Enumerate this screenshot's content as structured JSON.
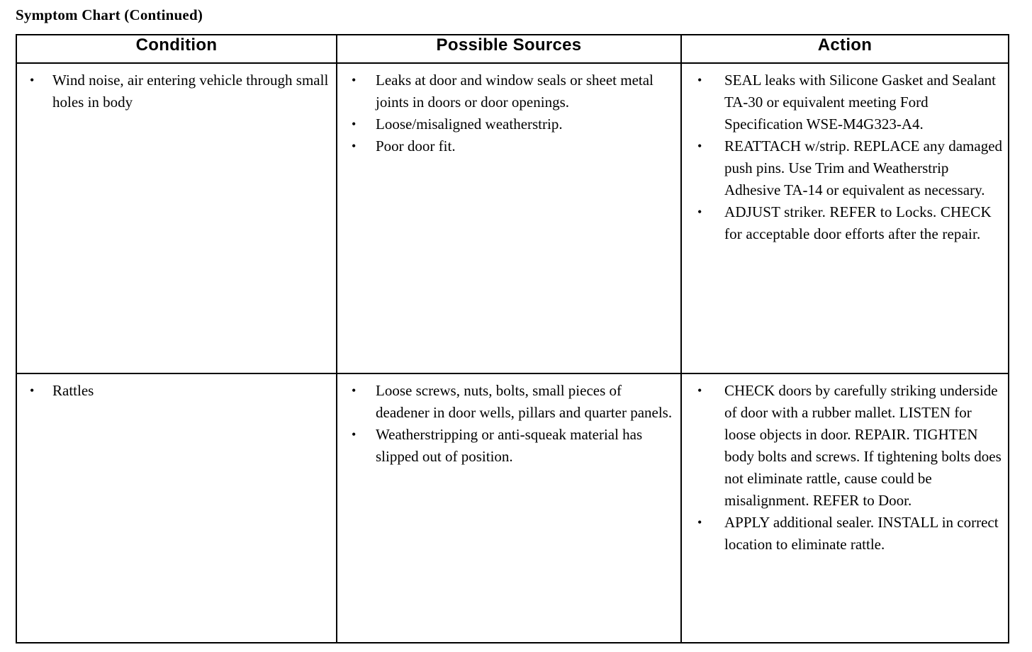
{
  "document": {
    "title": "Symptom Chart (Continued)"
  },
  "table": {
    "headers": [
      "Condition",
      "Possible Sources",
      "Action"
    ],
    "rows": [
      {
        "condition": [
          "Wind noise, air entering vehicle through small holes in body"
        ],
        "possible_sources": [
          "Leaks at door and window seals or sheet metal joints in doors or door openings.",
          "Loose/misaligned weatherstrip.",
          "Poor door fit."
        ],
        "action": [
          "SEAL leaks with Silicone Gasket and Sealant TA-30 or equivalent meeting Ford Specification WSE-M4G323-A4.",
          "REATTACH w/strip. REPLACE any damaged push pins. Use Trim and Weatherstrip Adhesive TA-14 or equivalent as necessary.",
          "ADJUST striker. REFER to Locks. CHECK for acceptable door efforts after the repair."
        ]
      },
      {
        "condition": [
          "Rattles"
        ],
        "possible_sources": [
          "Loose screws, nuts, bolts, small pieces of deadener in door wells, pillars and quarter panels.",
          "Weatherstripping or anti-squeak material has slipped out of position."
        ],
        "action": [
          "CHECK doors by carefully striking underside of door with a rubber mallet. LISTEN for loose objects in door. REPAIR. TIGHTEN body bolts and screws. If tightening bolts does not eliminate rattle, cause could be misalignment. REFER to Door.",
          "APPLY additional sealer. INSTALL in correct location to eliminate rattle."
        ]
      }
    ]
  },
  "style": {
    "text_color": "#000000",
    "background_color": "#ffffff",
    "border_color": "#000000"
  }
}
